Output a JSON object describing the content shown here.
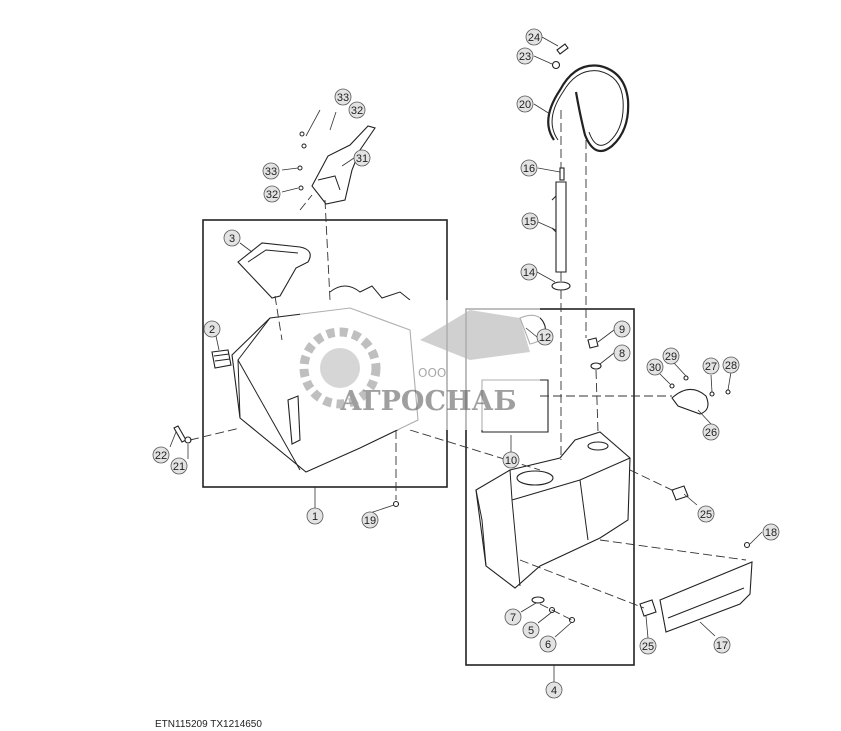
{
  "watermark": {
    "company_prefix": "ООО",
    "company_name": "АГРОСНАБ"
  },
  "reference_code": "ETN115209  TX1214650",
  "callouts": [
    "1",
    "2",
    "3",
    "4",
    "5",
    "6",
    "7",
    "8",
    "9",
    "10",
    "12",
    "14",
    "15",
    "16",
    "17",
    "18",
    "19",
    "20",
    "21",
    "22",
    "23",
    "24",
    "25",
    "25",
    "26",
    "27",
    "28",
    "29",
    "30",
    "31",
    "32",
    "32",
    "33",
    "33"
  ]
}
